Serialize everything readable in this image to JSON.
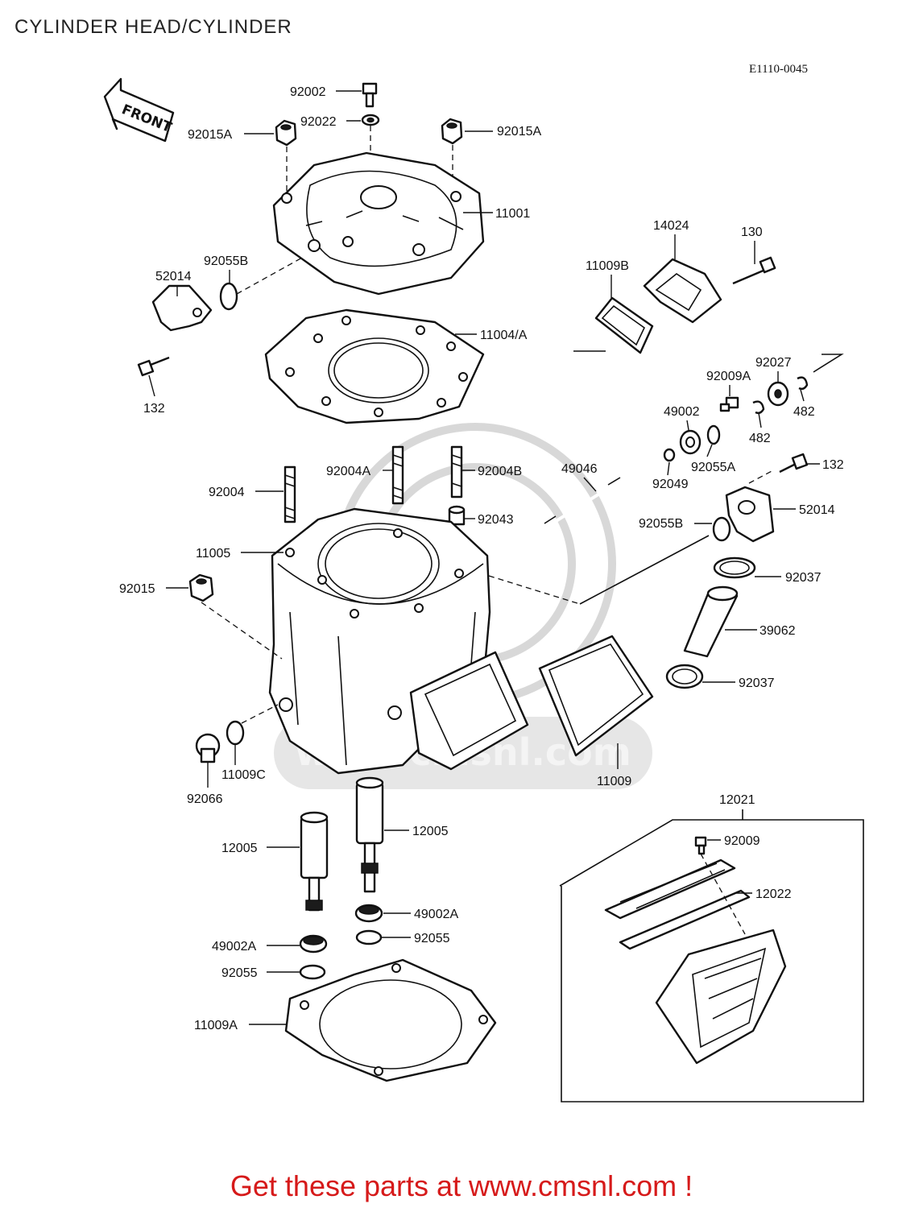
{
  "title": "CYLINDER HEAD/CYLINDER",
  "diagram_code": "E1110-0045",
  "front_arrow": "FRONT",
  "footer_text": "Get these parts at www.cmsnl.com !",
  "watermark": "www.cmsnl.com",
  "labels": {
    "p92002": "92002",
    "p92022": "92022",
    "p92015A_l": "92015A",
    "p92015A_r": "92015A",
    "p11001": "11001",
    "p52014_l": "52014",
    "p92055B_l": "92055B",
    "p132_l": "132",
    "p11004A": "11004/A",
    "p14024": "14024",
    "p130": "130",
    "p11009B": "11009B",
    "p92027": "92027",
    "p92009A": "92009A",
    "p49002": "49002",
    "p482_a": "482",
    "p482_b": "482",
    "p92055A": "92055A",
    "p132_r": "132",
    "p49046": "49046",
    "p92049": "92049",
    "p52014_r": "52014",
    "p92055B_r": "92055B",
    "p92037_a": "92037",
    "p39062": "39062",
    "p92037_b": "92037",
    "p92004": "92004",
    "p92004A": "92004A",
    "p92004B": "92004B",
    "p92043": "92043",
    "p11005": "11005",
    "p92015": "92015",
    "p11009C": "11009C",
    "p92066": "92066",
    "p11009": "11009",
    "p12005_l": "12005",
    "p12005_r": "12005",
    "p49002A_l": "49002A",
    "p49002A_r": "49002A",
    "p92055_l": "92055",
    "p92055_r": "92055",
    "p11009A": "11009A",
    "p12021": "12021",
    "p92009": "92009",
    "p12022": "12022"
  }
}
